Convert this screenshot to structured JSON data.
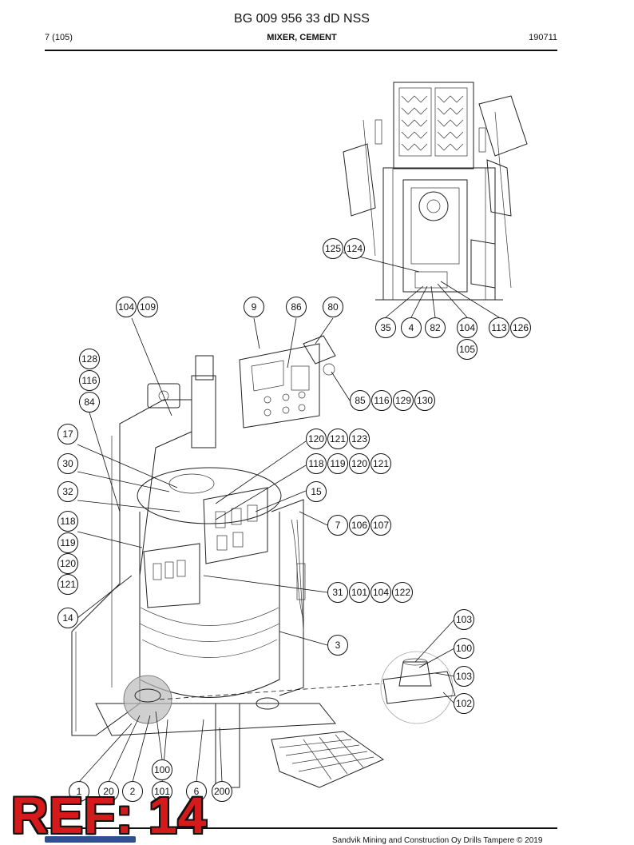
{
  "header": {
    "doc_number": "BG 009 956 33 dD NSS",
    "page_ref": "7 (105)",
    "title": "MIXER, CEMENT",
    "date": "190711"
  },
  "footer": {
    "text": "Sandvik Mining and Construction Oy Drills Tampere © 2019"
  },
  "stamp": {
    "text": "REF: 14",
    "color": "#d41a1a"
  },
  "callouts": {
    "c125": "125",
    "c124": "124",
    "c35": "35",
    "c4": "4",
    "c82": "82",
    "c104a": "104",
    "c113": "113",
    "c126": "126",
    "c105": "105",
    "c104b": "104",
    "c109": "109",
    "c9": "9",
    "c86": "86",
    "c80": "80",
    "c128": "128",
    "c116a": "116",
    "c84": "84",
    "c85": "85",
    "c116b": "116",
    "c129": "129",
    "c130": "130",
    "c17": "17",
    "c120a": "120",
    "c121a": "121",
    "c123": "123",
    "c30": "30",
    "c118a": "118",
    "c119a": "119",
    "c120b": "120",
    "c121b": "121",
    "c32": "32",
    "c15": "15",
    "c118b": "118",
    "c119b": "119",
    "c120c": "120",
    "c121c": "121",
    "c7": "7",
    "c106": "106",
    "c107": "107",
    "c31": "31",
    "c101a": "101",
    "c104c": "104",
    "c122": "122",
    "c14": "14",
    "c103a": "103",
    "c100a": "100",
    "c103b": "103",
    "c102": "102",
    "c3": "3",
    "c100b": "100",
    "c1": "1",
    "c20": "20",
    "c2": "2",
    "c101b": "101",
    "c6": "6",
    "c200": "200"
  }
}
